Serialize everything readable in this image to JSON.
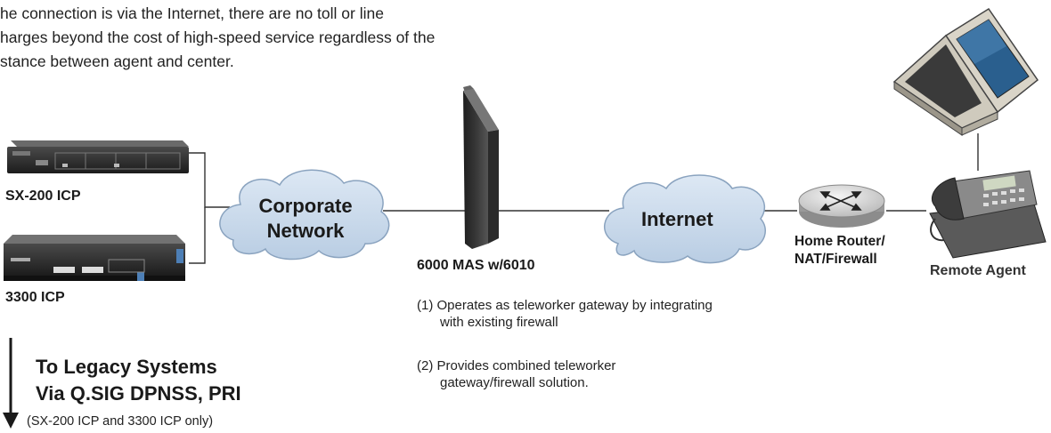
{
  "intro_text": [
    "he connection is via the Internet, there are no toll or line",
    "harges beyond the cost of high-speed service regardless of the",
    "stance between agent and center."
  ],
  "nodes": {
    "sx200": {
      "label": "SX-200 ICP"
    },
    "icp3300": {
      "label": "3300 ICP"
    },
    "corporate_network": {
      "label_line1": "Corporate",
      "label_line2": "Network"
    },
    "mas": {
      "label": "6000 MAS w/6010"
    },
    "internet": {
      "label": "Internet"
    },
    "router": {
      "label_line1": "Home Router/",
      "label_line2": "NAT/Firewall"
    },
    "remote_agent": {
      "label": "Remote Agent"
    }
  },
  "notes": {
    "note1_line1": "(1) Operates as teleworker gateway by integrating",
    "note1_line2": "with existing firewall",
    "note2_line1": "(2) Provides combined teleworker",
    "note2_line2": "gateway/firewall solution."
  },
  "legacy": {
    "line1": "To Legacy Systems",
    "line2": "Via Q.SIG DPNSS, PRI",
    "footnote": "(SX-200 ICP and 3300 ICP only)"
  },
  "colors": {
    "cloud_fill": "#c9d9ea",
    "cloud_stroke": "#8aa3bf",
    "device_dark": "#2b2b2b",
    "line": "#333333"
  }
}
